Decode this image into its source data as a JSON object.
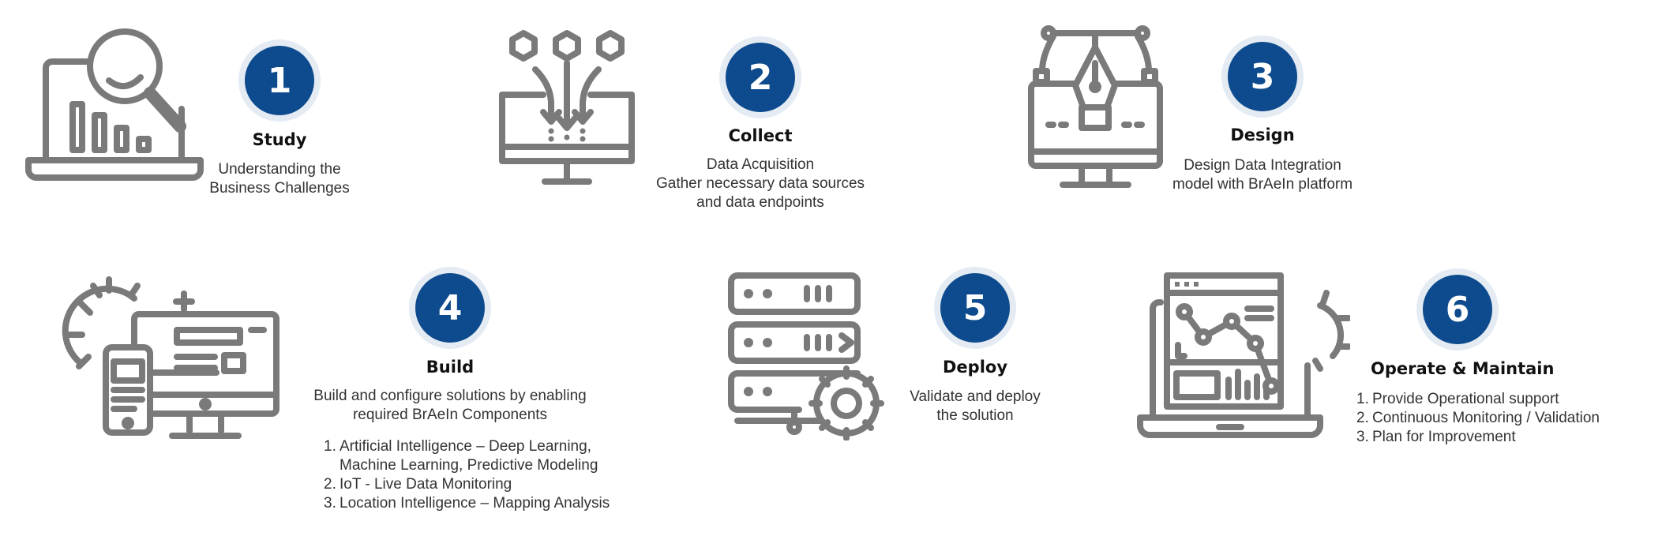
{
  "steps": [
    {
      "number": "1",
      "title": "Study",
      "lines": [
        "Understanding the",
        "Business Challenges"
      ]
    },
    {
      "number": "2",
      "title": "Collect",
      "lines": [
        "Data Acquisition",
        "Gather necessary data sources",
        "and data endpoints"
      ]
    },
    {
      "number": "3",
      "title": "Design",
      "lines": [
        "Design Data Integration",
        "model with BrAeIn platform"
      ]
    },
    {
      "number": "4",
      "title": "Build",
      "lines": [
        "Build and configure solutions by enabling",
        "required BrAeIn Components"
      ],
      "list": [
        {
          "num": "1.",
          "lines": [
            "Artificial Intelligence – Deep Learning,",
            "Machine Learning, Predictive Modeling"
          ]
        },
        {
          "num": "2.",
          "lines": [
            "IoT - Live Data Monitoring"
          ]
        },
        {
          "num": "3.",
          "lines": [
            "Location Intelligence – Mapping Analysis"
          ]
        }
      ]
    },
    {
      "number": "5",
      "title": "Deploy",
      "lines": [
        "Validate and deploy",
        "the solution"
      ]
    },
    {
      "number": "6",
      "title": "Operate & Maintain",
      "list": [
        {
          "num": "1.",
          "lines": [
            "Provide Operational support"
          ]
        },
        {
          "num": "2.",
          "lines": [
            "Continuous Monitoring / Validation"
          ]
        },
        {
          "num": "3.",
          "lines": [
            "Plan for Improvement"
          ]
        }
      ]
    }
  ],
  "icons": [
    "laptop-magnifier-chart-icon",
    "monitor-data-inflow-icon",
    "monitor-pen-tool-icon",
    "devices-gear-icon",
    "server-gear-icon",
    "laptop-analytics-gear-icon"
  ],
  "colors": {
    "badge_fill": "#0d4b8e",
    "badge_ring": "#e4ebf3",
    "icon_gray": "#7a7a7a"
  }
}
